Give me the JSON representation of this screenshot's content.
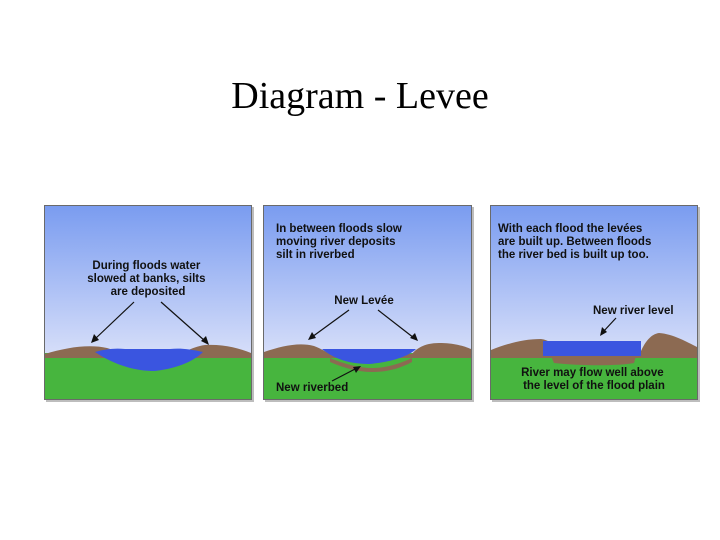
{
  "slide": {
    "title": "Diagram - Levee"
  },
  "panels": [
    {
      "caption_lines": [
        "During floods water",
        "slowed at banks, silts",
        "are deposited"
      ]
    },
    {
      "caption_lines": [
        "In between floods slow",
        "moving river deposits",
        "silt in riverbed"
      ],
      "label_levee": "New Levée",
      "label_riverbed": "New riverbed"
    },
    {
      "caption_lines": [
        "With each flood the levées",
        "are built up. Between floods",
        "the river bed is built up too."
      ],
      "label_river_level": "New river level",
      "bottom_lines": [
        "River may flow well above",
        "the level of the flood plain"
      ]
    }
  ],
  "colors": {
    "sky_top": "#7a9cf0",
    "sky_bottom": "#f2f2fc",
    "ground": "#47b53e",
    "silt": "#8c6a52",
    "water": "#3a55e0",
    "outline": "#6a6a6a"
  }
}
